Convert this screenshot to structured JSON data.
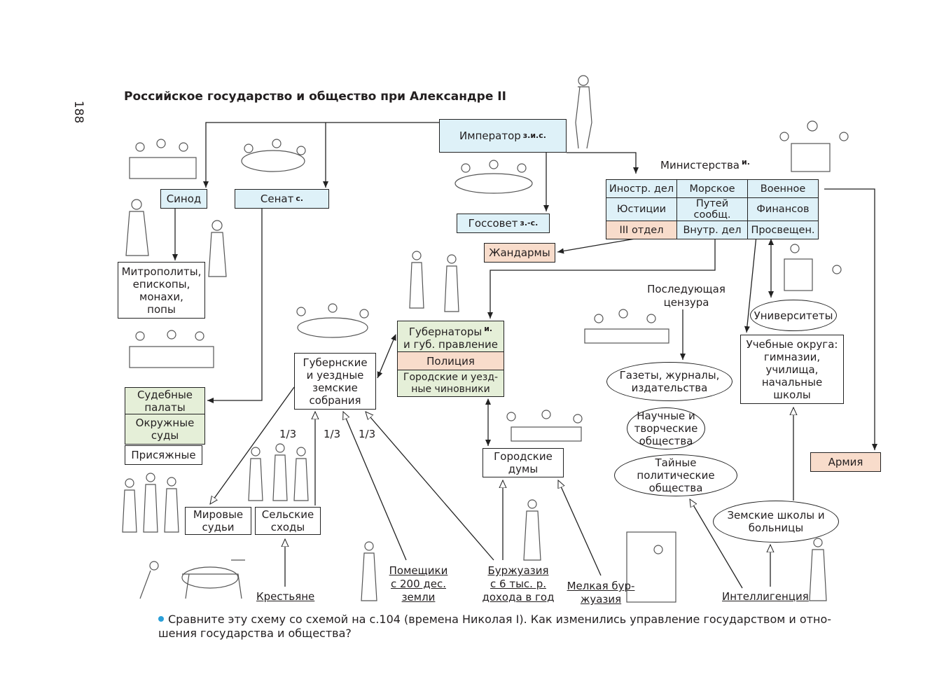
{
  "page_number": "188",
  "title": "Российское государство и общество при Александре II",
  "emperor": {
    "label": "Император",
    "mark": "з.и.с."
  },
  "synod": {
    "label": "Синод"
  },
  "senate": {
    "label": "Сенат",
    "mark": "с."
  },
  "state_council": {
    "label": "Госсовет",
    "mark": "з.-с."
  },
  "ministries": {
    "label": "Министерства",
    "mark": "и.",
    "cells": [
      [
        "Иностр. дел",
        "Морское",
        "Военное"
      ],
      [
        "Юстиции",
        "Путей сообщ.",
        "Финансов"
      ],
      [
        "III отдел",
        "Внутр. дел",
        "Просвещен."
      ]
    ]
  },
  "gendarmes": "Жандармы",
  "clergy": [
    "Митрополиты,",
    "епископы,",
    "монахи,",
    "попы"
  ],
  "governors": {
    "label1": "Губернаторы",
    "mark": "и.",
    "label2": "и губ. правление"
  },
  "police": "Полиция",
  "officials": [
    "Городские и уезд-",
    "ные чиновники"
  ],
  "zemstvo": [
    "Губернские",
    "и уездные",
    "земские",
    "собрания"
  ],
  "courts": {
    "chambers": "Судебные палаты",
    "district": "Окружные суды",
    "jurors": "Присяжные"
  },
  "censorship": [
    "Последующая",
    "цензура"
  ],
  "universities": "Университеты",
  "school_districts": [
    "Учебные округа:",
    "гимназии,",
    "училища,",
    "начальные",
    "школы"
  ],
  "press": [
    "Газеты, журналы,",
    "издательства"
  ],
  "societies": [
    "Научные и",
    "творческие",
    "общества"
  ],
  "secret_societies": [
    "Тайные",
    "политические",
    "общества"
  ],
  "zemstvo_schools": [
    "Земские школы и",
    "больницы"
  ],
  "army": "Армия",
  "city_dumas": [
    "Городские",
    "думы"
  ],
  "peace_judges": [
    "Мировые",
    "судьи"
  ],
  "village_assemblies": [
    "Сельские",
    "сходы"
  ],
  "fractions": [
    "1/3",
    "1/3",
    "1/3"
  ],
  "estates": {
    "peasants": "Крестьяне",
    "landowners": [
      "Помещики",
      "с 200 дес.",
      "земли"
    ],
    "bourgeoisie": [
      "Буржуазия",
      "с 6 тыс. р.",
      "дохода в год"
    ],
    "petty_bourgeoisie": [
      "Мелкая бур-",
      "жуазия"
    ],
    "intelligentsia": "Интеллигенция"
  },
  "question": [
    "Сравните эту схему со схемой на с.104 (времена Николая I). Как изменились управление государством и отно-",
    "шения государства и общества?"
  ],
  "colors": {
    "blue": "#def1f8",
    "green": "#e5efd8",
    "pink": "#f8dccb",
    "bullet": "#2a9fd8"
  }
}
